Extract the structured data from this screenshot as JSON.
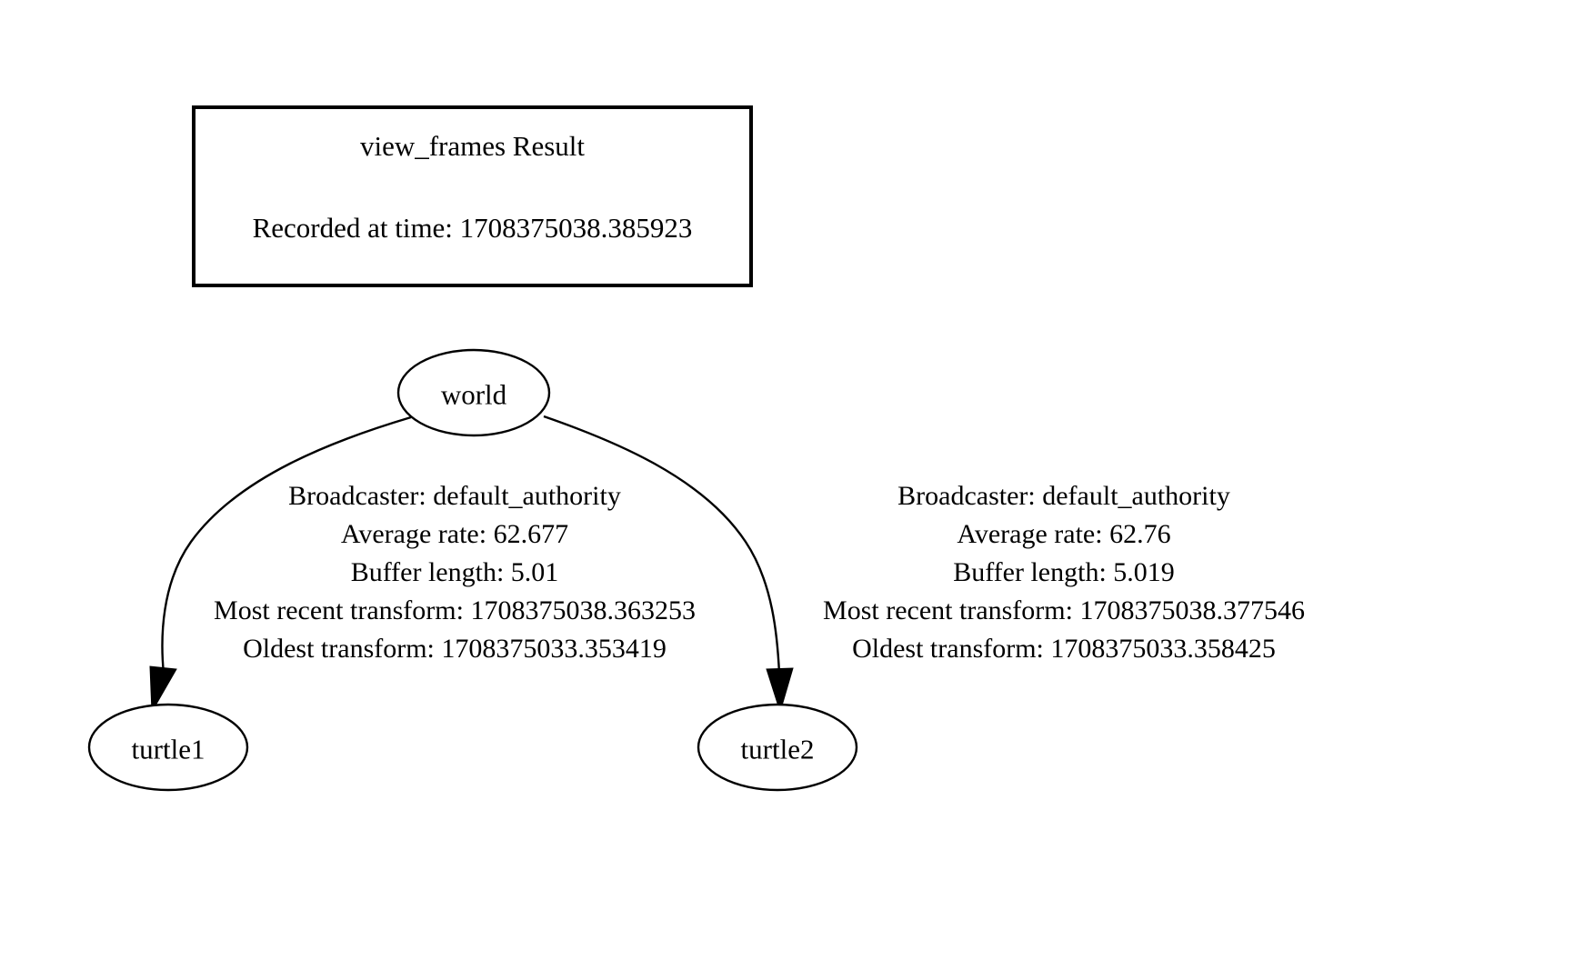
{
  "title_box": {
    "heading": "view_frames Result",
    "recorded_at": "Recorded at time: 1708375038.385923"
  },
  "nodes": [
    {
      "id": "world",
      "label": "world"
    },
    {
      "id": "turtle1",
      "label": "turtle1"
    },
    {
      "id": "turtle2",
      "label": "turtle2"
    }
  ],
  "edges": [
    {
      "from": "world",
      "to": "turtle1",
      "lines": [
        "Broadcaster: default_authority",
        "Average rate: 62.677",
        "Buffer length: 5.01",
        "Most recent transform: 1708375038.363253",
        "Oldest transform: 1708375033.353419"
      ],
      "broadcaster": "default_authority",
      "average_rate": "62.677",
      "buffer_length": "5.01",
      "most_recent_transform": "1708375038.363253",
      "oldest_transform": "1708375033.353419"
    },
    {
      "from": "world",
      "to": "turtle2",
      "lines": [
        "Broadcaster: default_authority",
        "Average rate: 62.76",
        "Buffer length: 5.019",
        "Most recent transform: 1708375038.377546",
        "Oldest transform: 1708375033.358425"
      ],
      "broadcaster": "default_authority",
      "average_rate": "62.76",
      "buffer_length": "5.019",
      "most_recent_transform": "1708375038.377546",
      "oldest_transform": "1708375033.358425"
    }
  ],
  "colors": {
    "background": "#ffffff",
    "stroke": "#000000",
    "text": "#000000"
  }
}
